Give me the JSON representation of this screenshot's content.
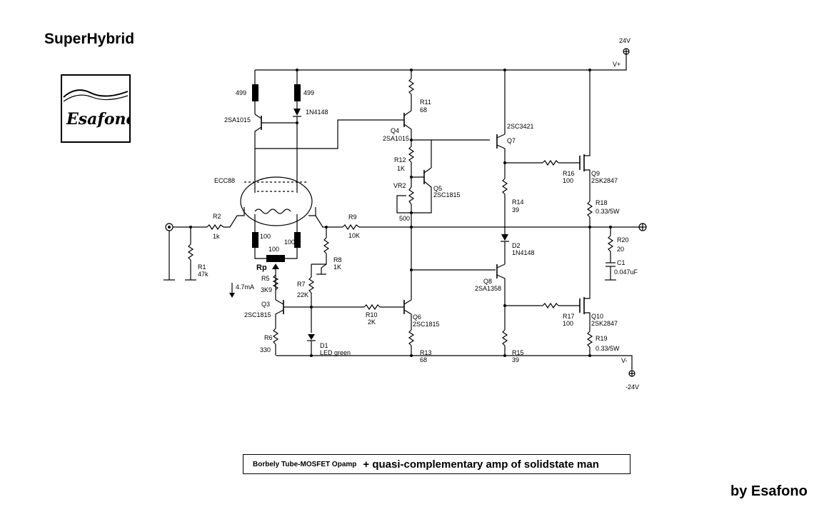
{
  "title": "SuperHybrid",
  "byline": "by Esafono",
  "logo_text": "Esafono",
  "caption": {
    "part_a": "Borbely Tube-MOSFET Opamp",
    "part_b": "+ quasi-complementary amp of solidstate man"
  },
  "rails": {
    "pos_voltage": "24V",
    "pos_label": "V+",
    "neg_voltage": "-24V",
    "neg_label": "V-"
  },
  "current_note": "4.7mA",
  "tube": "ECC88",
  "pot_label": "Rp",
  "labels": {
    "r499a": "499",
    "r499b": "499",
    "d1n4148a": "1N4148",
    "q_2sa1015a": "2SA1015",
    "r100a": "100",
    "r100b": "100",
    "r100c": "100",
    "r2": "R2",
    "r2v": "1k",
    "r1": "R1",
    "r1v": "47k",
    "r9": "R9",
    "r9v": "10K",
    "r8": "R8",
    "r8v": "1K",
    "r5": "R5",
    "r5v": "3K9",
    "r7": "R7",
    "r7v": "22K",
    "q3": "Q3",
    "q3t": "2SC1815",
    "r6": "R6",
    "r6v": "330",
    "d1": "D1",
    "d1t": "LED green",
    "r11": "R11",
    "r11v": "68",
    "q4": "Q4",
    "q4t": "2SA1015",
    "r12": "R12",
    "r12v": "1K",
    "q5": "Q5",
    "q5t": "2SC1815",
    "vr2": "VR2",
    "vr2v": "500",
    "r10": "R10",
    "r10v": "2K",
    "q6": "Q6",
    "q6t": "2SC1815",
    "r13": "R13",
    "r13v": "68",
    "q7t": "2SC3421",
    "q7": "Q7",
    "r14": "R14",
    "r14v": "39",
    "d2": "D2",
    "d2t": "1N4148",
    "q8": "Q8",
    "q8t": "2SA1358",
    "r15": "R15",
    "r15v": "39",
    "r16": "R16",
    "r16v": "100",
    "q9": "Q9",
    "q9t": "2SK2847",
    "r18": "R18",
    "r18v": "0.33/5W",
    "r20": "R20",
    "r20v": "20",
    "c1": "C1",
    "c1v": "0.047uF",
    "r17": "R17",
    "r17v": "100",
    "q10": "Q10",
    "q10t": "2SK2847",
    "r19": "R19",
    "r19v": "0.33/5W"
  }
}
